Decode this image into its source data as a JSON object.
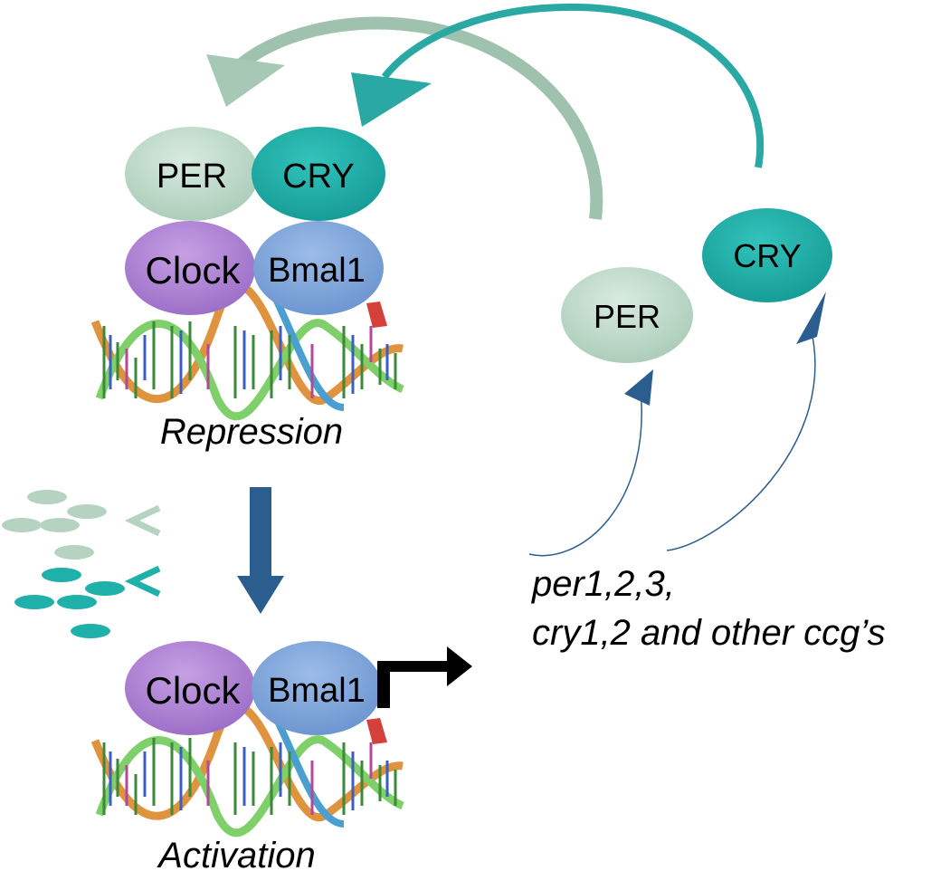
{
  "colors": {
    "per": "#b5d3c0",
    "cry": "#1fb0aa",
    "clock": "#b382d6",
    "bmal1": "#7ea6dd",
    "arrow_blue": "#2b5d8f",
    "arrow_per": "#9fc2ae",
    "arrow_cry": "#2aa9a4"
  },
  "repression_complex": {
    "per_label": "PER",
    "cry_label": "CRY",
    "clock_label": "Clock",
    "bmal1_label": "Bmal1",
    "caption": "Repression"
  },
  "activation_complex": {
    "clock_label": "Clock",
    "bmal1_label": "Bmal1",
    "caption": "Activation"
  },
  "free_proteins": {
    "per_label": "PER",
    "cry_label": "CRY"
  },
  "target_genes": {
    "line1": "per1,2,3,",
    "line2": "cry1,2 and other ccg’s"
  },
  "icons": [
    "dna-helix-icon",
    "transcription-start-arrow-icon",
    "degradation-chevron-icon"
  ]
}
